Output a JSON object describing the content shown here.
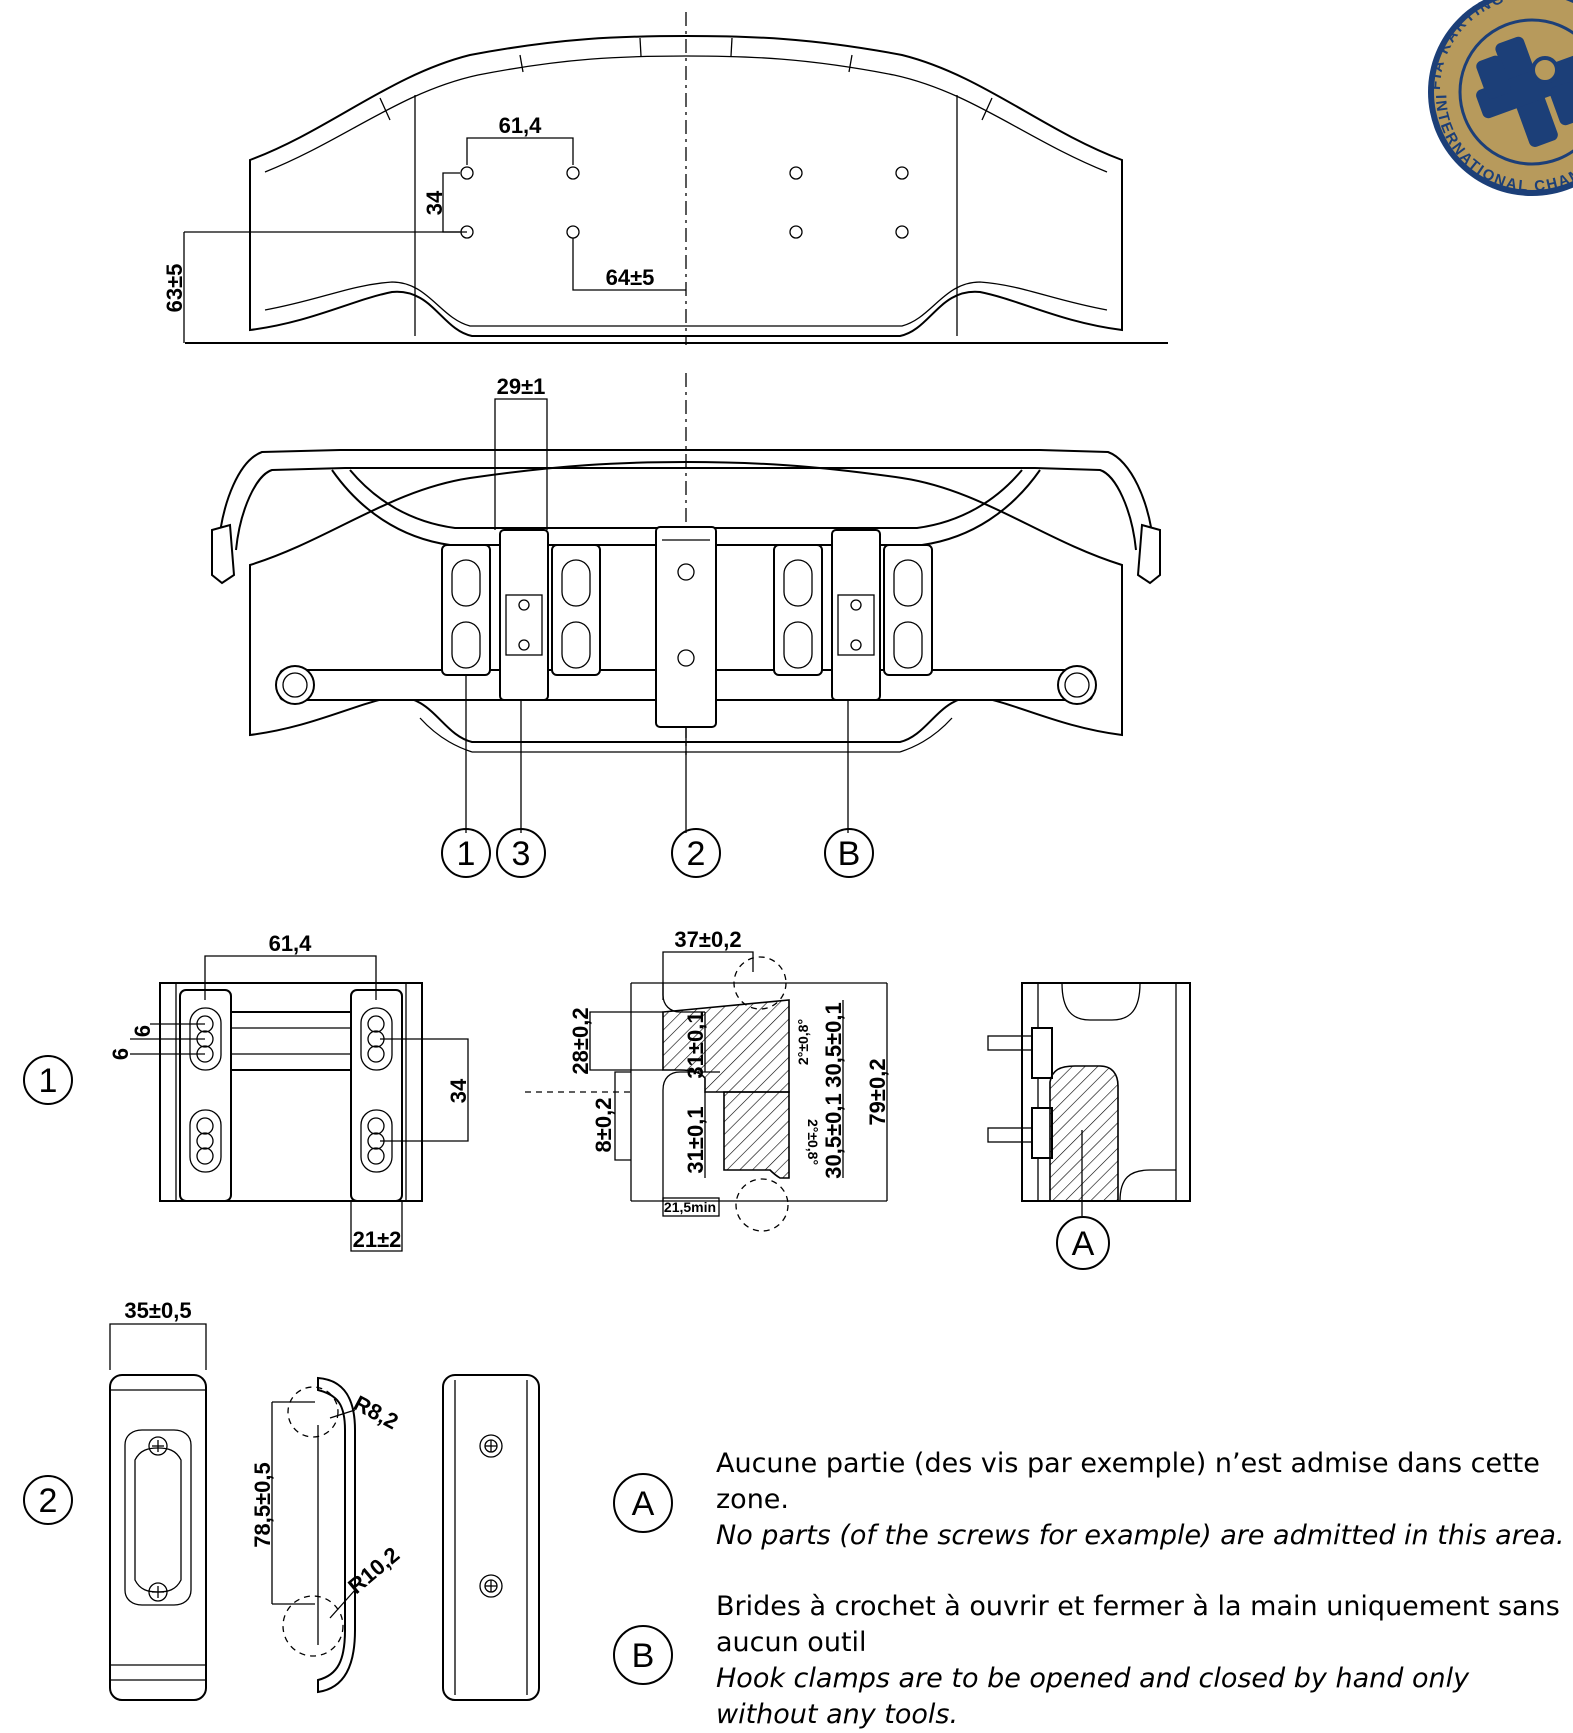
{
  "top_view": {
    "dims": [
      "61,4",
      "34",
      "63±5",
      "64±5"
    ]
  },
  "front_view": {
    "dims": [
      "29±1"
    ],
    "callouts": [
      "1",
      "3",
      "2",
      "B"
    ]
  },
  "detail_1": {
    "label": "1",
    "dims": [
      "61,4",
      "6",
      "6",
      "34",
      "21±2"
    ]
  },
  "section": {
    "dims": [
      "37±0,2",
      "28±0,2",
      "8±0,2",
      "31±0,1",
      "31±0,1",
      "2°±0,8°",
      "2°±0,8°",
      "30,5±0,1",
      "30,5±0,1",
      "79±0,2",
      "21,5min"
    ]
  },
  "side_detail": {
    "callout": "A"
  },
  "detail_2": {
    "label": "2",
    "dims": [
      "35±0,5",
      "78,5±0,5",
      "R8,2",
      "R10,2"
    ]
  },
  "notes": [
    {
      "symbol": "A",
      "fr": "Aucune partie (des vis par exemple) n’est admise dans cette zone.",
      "en": "No parts (of the screws for example) are admitted in this area."
    },
    {
      "symbol": "B",
      "fr": "Brides à crochet à ouvrir et fermer à la main uniquement sans aucun outil",
      "en": "Hook clamps are to be opened and closed by hand only without any tools."
    }
  ],
  "logo": {
    "text": "FIA KARTING · INTERNATIONAL CHAMPIONSHIP",
    "colors": {
      "gold": "#b79a5c",
      "navy": "#1c3f78"
    }
  }
}
